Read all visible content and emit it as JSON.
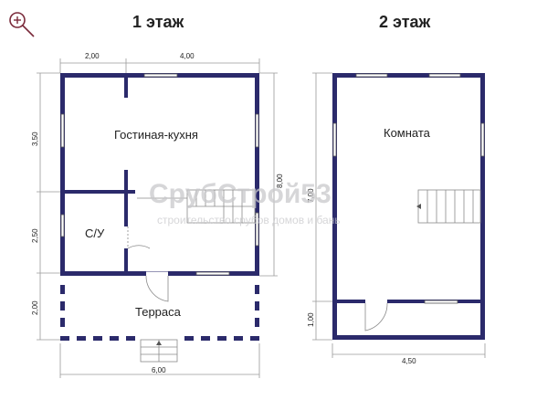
{
  "floor1": {
    "title": "1 этаж",
    "rooms": {
      "living": "Гостиная-кухня",
      "bath": "С/У",
      "terrace": "Терраса"
    },
    "dims": {
      "top_left": "2,00",
      "top_right": "4,00",
      "left_upper": "3,50",
      "left_middle": "2,50",
      "left_lower": "2,00",
      "right_total": "8,00",
      "bottom": "6,00"
    }
  },
  "floor2": {
    "title": "2 этаж",
    "rooms": {
      "room": "Комната"
    },
    "dims": {
      "left_upper": "7,00",
      "left_lower": "1,00",
      "bottom": "4,50"
    }
  },
  "watermark": {
    "brand": "СрубСтрой53",
    "tagline": "строительство срубов домов и бань"
  },
  "colors": {
    "wall": "#2b2a6b",
    "dim_line": "#9a9a9a"
  },
  "toolbar": {
    "zoom_icon": "zoom-in-icon"
  }
}
